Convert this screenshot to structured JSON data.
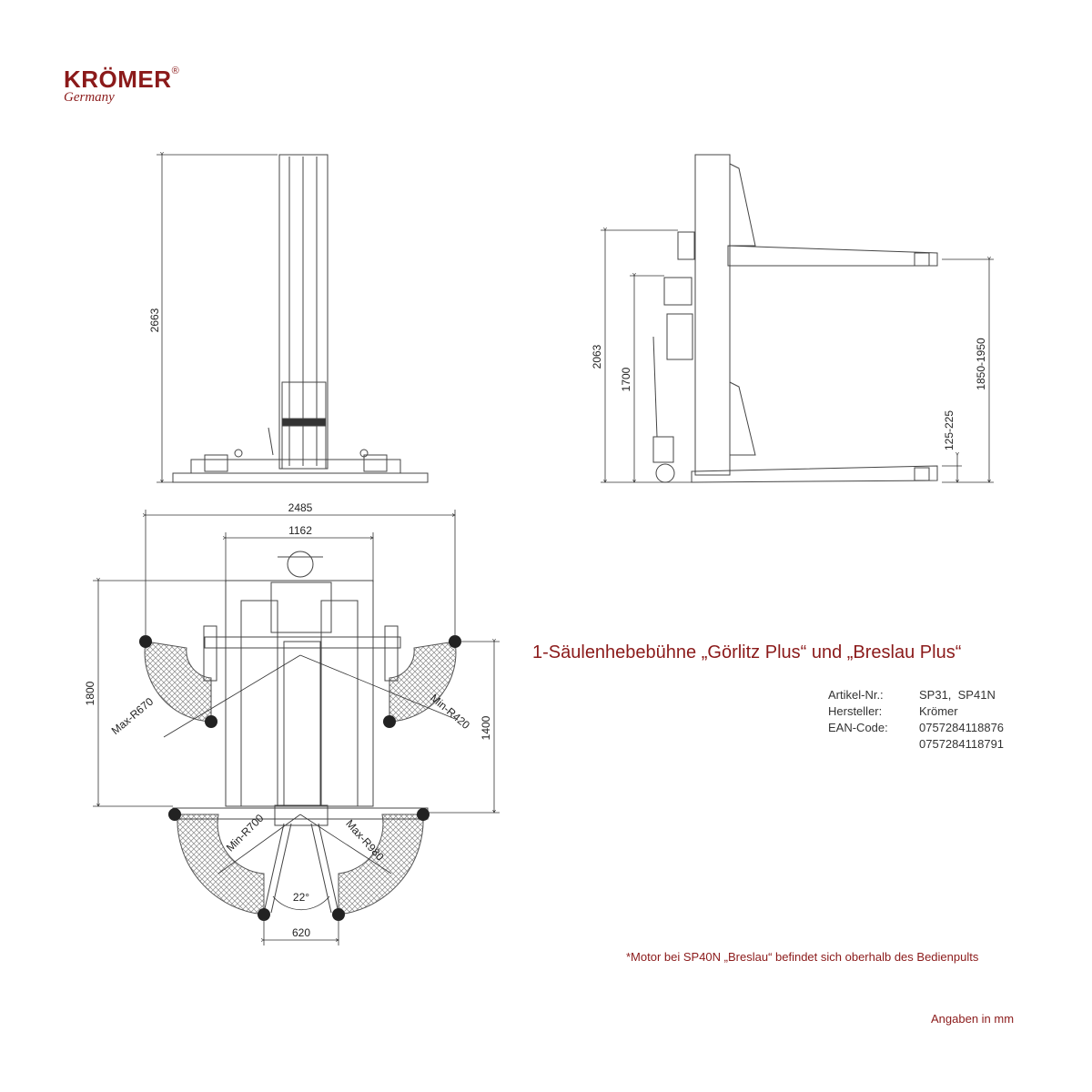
{
  "logo": {
    "brand": "KRÖMER",
    "registered": "®",
    "country": "Germany"
  },
  "title": "1-Säulenhebebühne „Görlitz Plus“ und „Breslau Plus“",
  "specs": [
    {
      "label": "Artikel-Nr.:",
      "value": "SP31,  SP41N"
    },
    {
      "label": "Hersteller:",
      "value": "Krömer"
    },
    {
      "label": "EAN-Code:",
      "value": "0757284118876"
    },
    {
      "label": "",
      "value": "0757284118791"
    }
  ],
  "dimensions": {
    "front_height": "2663",
    "side_height": "2063",
    "side_motor_height": "1700",
    "side_lift_range": "1850-1950",
    "side_min_height": "125-225",
    "total_width": "2485",
    "column_width": "1162",
    "top_depth": "1800",
    "arm_depth": "1400",
    "max_r_left": "Max-R670",
    "min_r_right": "Min-R420",
    "min_r_lower": "Min-R700",
    "max_r_lower": "Max-R980",
    "angle": "22°",
    "arm_spacing": "620"
  },
  "note": "*Motor bei SP40N „Breslau“ befindet sich oberhalb des Bedienpults",
  "units": "Angaben in mm",
  "colors": {
    "brand": "#8b1a1a",
    "line": "#444444",
    "hatch": "#888888"
  }
}
